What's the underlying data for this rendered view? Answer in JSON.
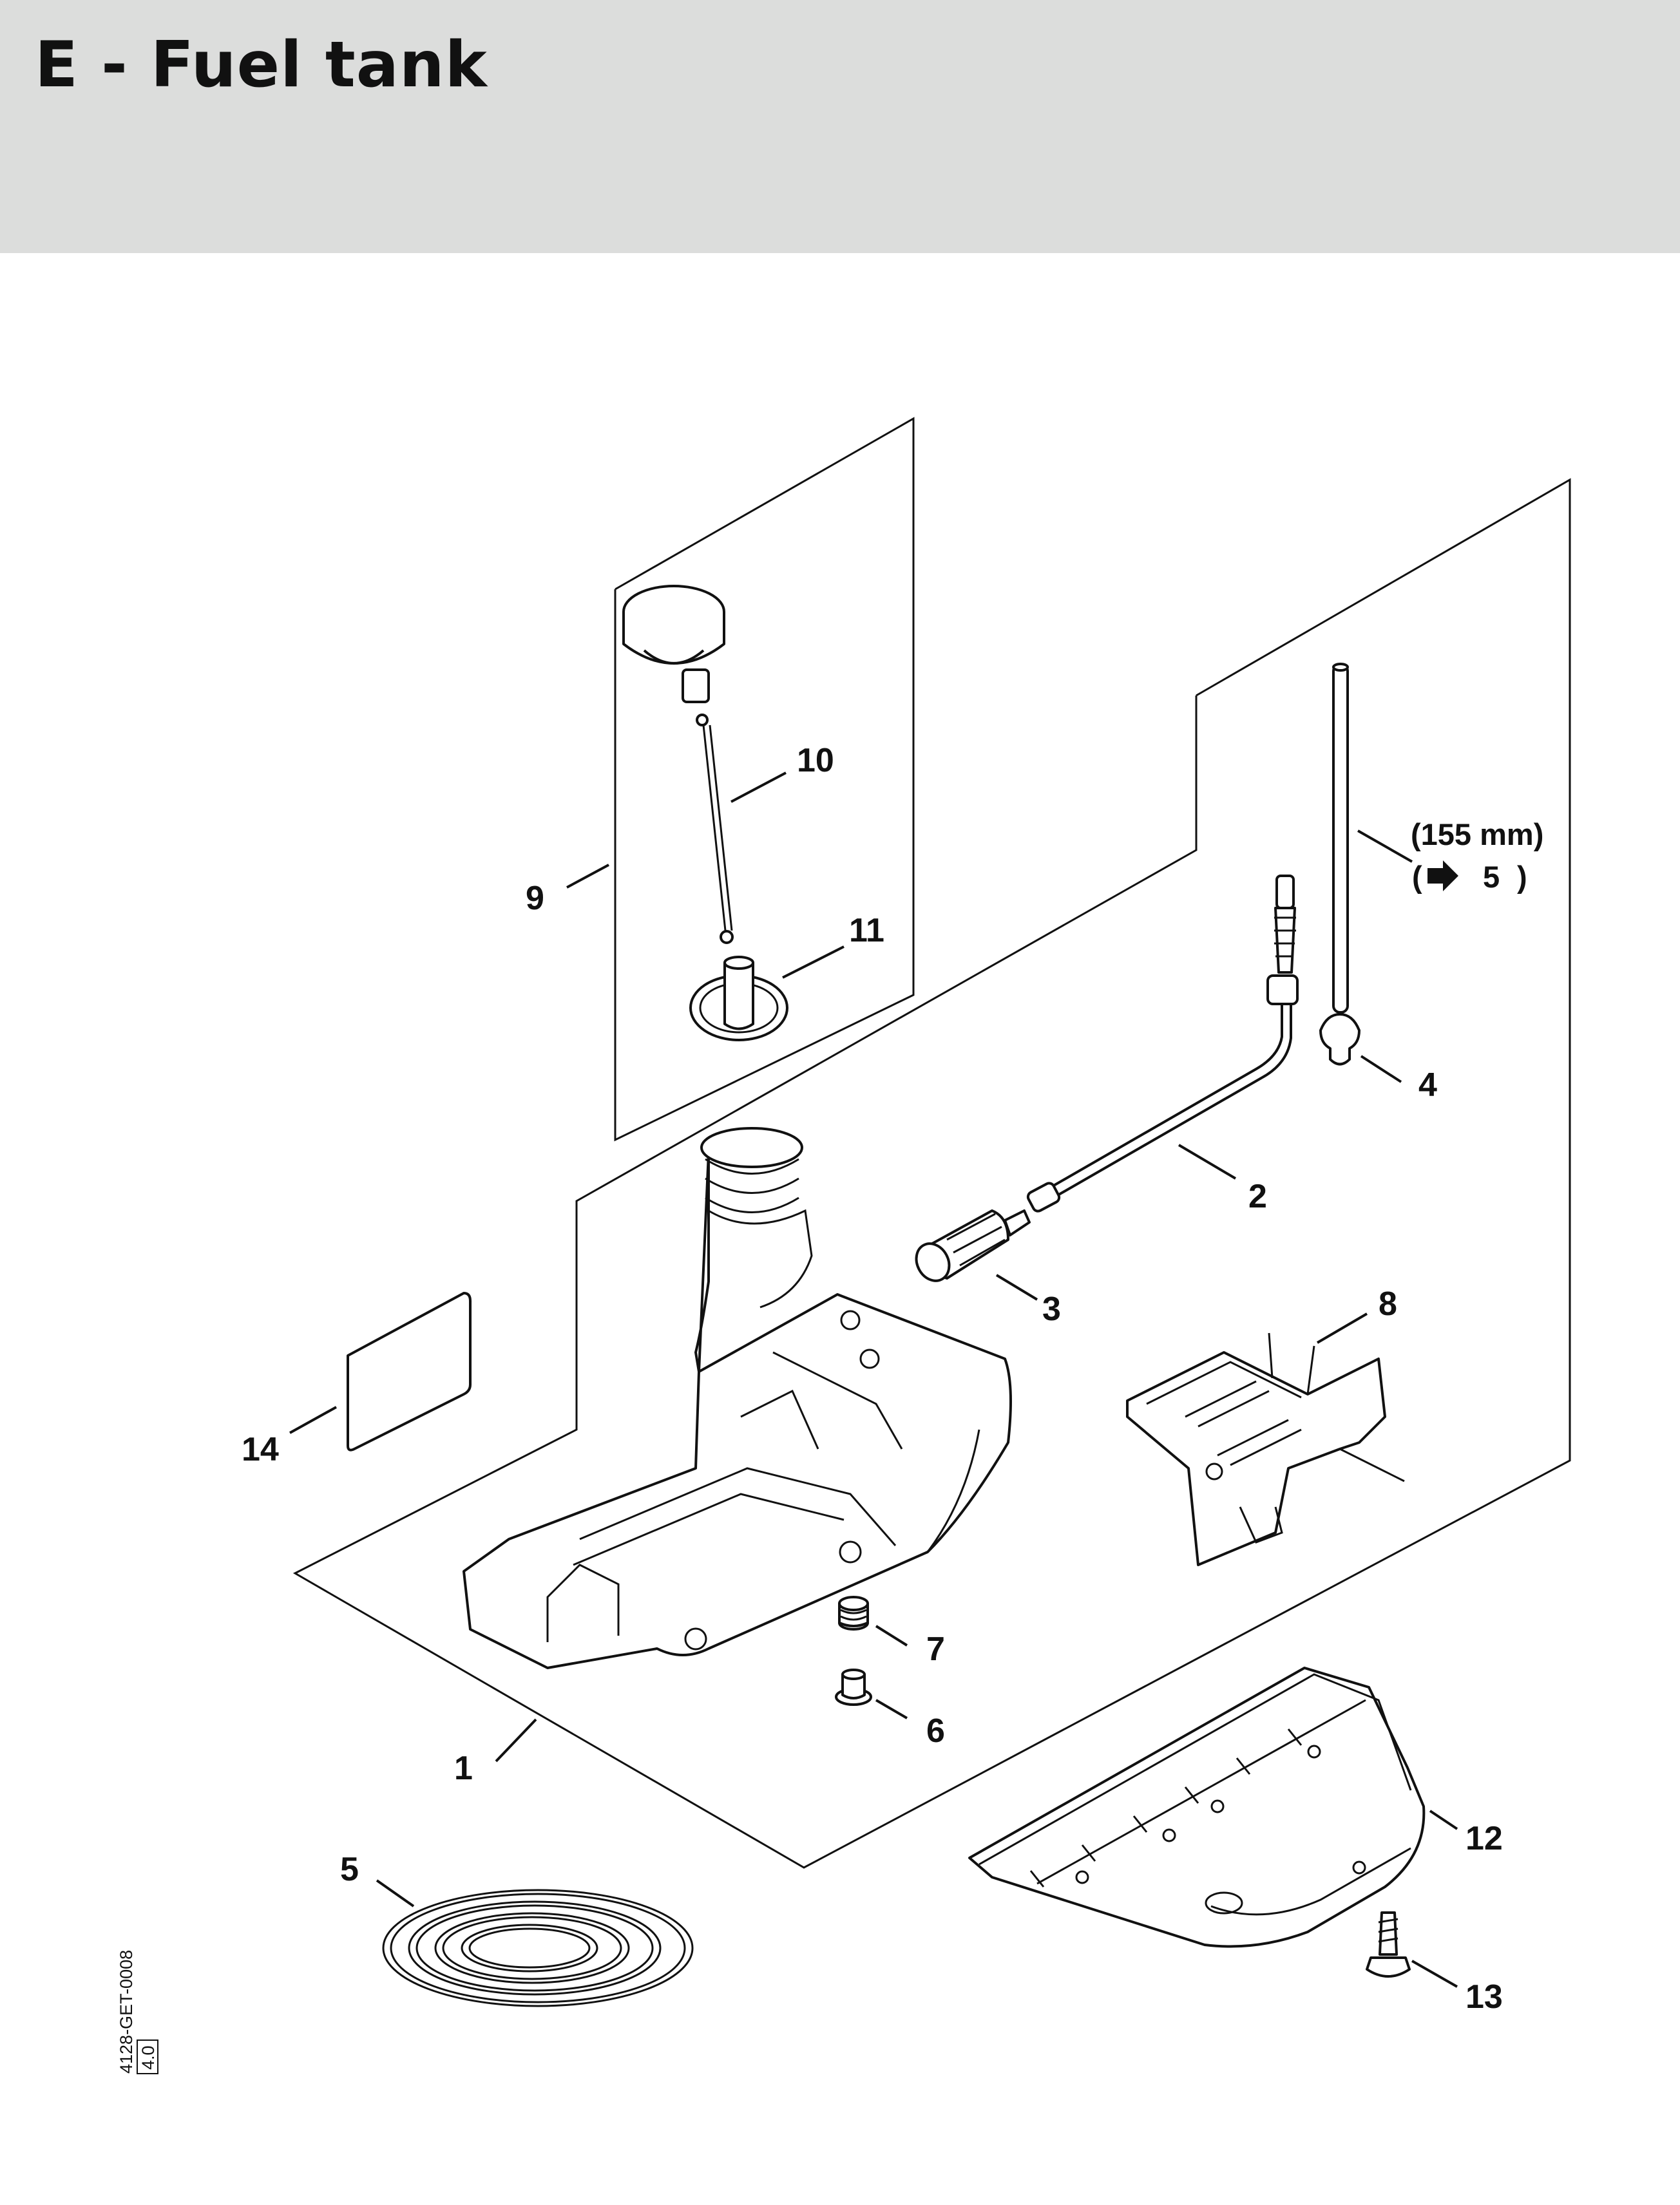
{
  "page": {
    "title": "E - Fuel tank",
    "figure_code": "4128-GET-0008",
    "figure_rev": "4.0"
  },
  "callouts": [
    {
      "id": "c1",
      "label": "1"
    },
    {
      "id": "c2",
      "label": "2"
    },
    {
      "id": "c3",
      "label": "3"
    },
    {
      "id": "c4",
      "label": "4"
    },
    {
      "id": "c5",
      "label": "5"
    },
    {
      "id": "c6",
      "label": "6"
    },
    {
      "id": "c7",
      "label": "7"
    },
    {
      "id": "c8",
      "label": "8"
    },
    {
      "id": "c9",
      "label": "9"
    },
    {
      "id": "c10",
      "label": "10"
    },
    {
      "id": "c11",
      "label": "11"
    },
    {
      "id": "c12",
      "label": "12"
    },
    {
      "id": "c13",
      "label": "13"
    },
    {
      "id": "c14",
      "label": "14"
    }
  ],
  "hose_note": {
    "length": "(155 mm)",
    "ref_open": "(",
    "ref_part": "5",
    "ref_close": ")"
  }
}
